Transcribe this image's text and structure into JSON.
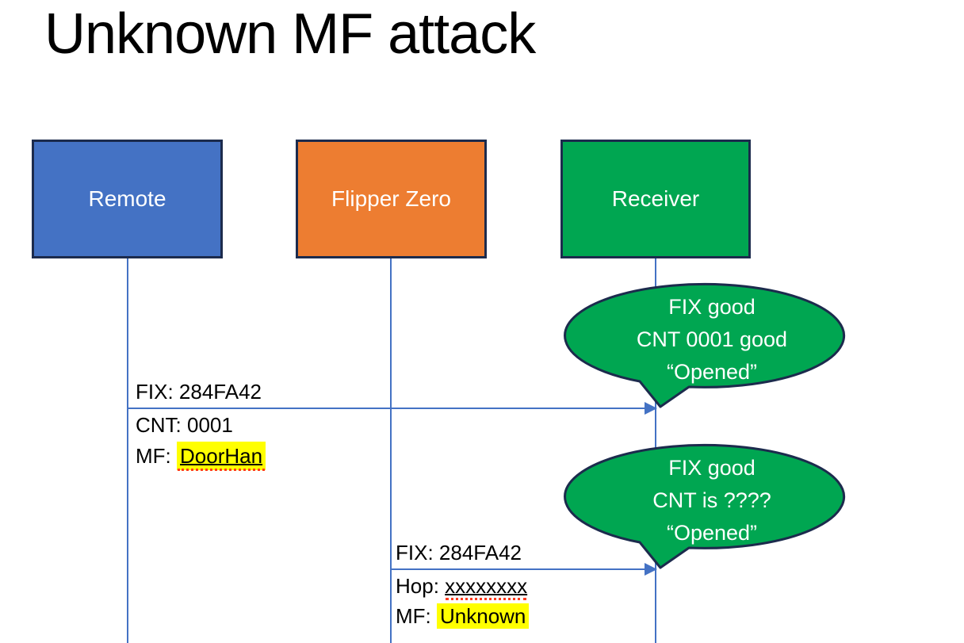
{
  "slide": {
    "title": "Unknown MF attack"
  },
  "actors": [
    {
      "id": "remote",
      "label": "Remote",
      "fill": "#4472C4"
    },
    {
      "id": "flipper-zero",
      "label": "Flipper Zero",
      "fill": "#ED7D31"
    },
    {
      "id": "receiver",
      "label": "Receiver",
      "fill": "#00A651"
    }
  ],
  "messages": [
    {
      "from": "remote",
      "to": "receiver",
      "line1": "FIX: 284FA42",
      "line2": "CNT: 0001",
      "line3_prefix": "MF: ",
      "line3_highlight": "DoorHan"
    },
    {
      "from": "flipper-zero",
      "to": "receiver",
      "line1": "FIX: 284FA42",
      "line2_prefix": "Hop: ",
      "line2_underlined": "xxxxxxxx",
      "line3_prefix": "MF: ",
      "line3_highlight": "Unknown"
    }
  ],
  "callouts": [
    {
      "lines": [
        "FIX good",
        "CNT 0001 good",
        "“Opened”"
      ]
    },
    {
      "lines": [
        "FIX good",
        "CNT is ????",
        "“Opened”"
      ]
    }
  ],
  "colors": {
    "remote_fill": "#4472C4",
    "flipper_fill": "#ED7D31",
    "receiver_fill": "#00A651",
    "box_border": "#1C2B4D",
    "lifeline_blue": "#4472C4",
    "callout_fill": "#00A651",
    "callout_border": "#1C2B4D",
    "highlight_yellow": "#FFFF00",
    "squiggle_red": "#FF3B1F",
    "title_color": "#000000"
  }
}
